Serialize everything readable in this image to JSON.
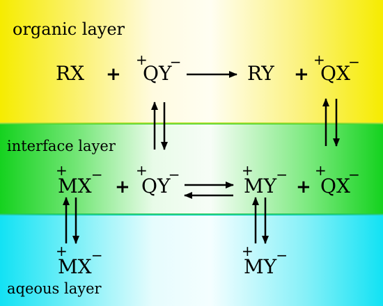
{
  "layers": {
    "organic": "organic layer",
    "interface": "interface layer",
    "aqueous": "aqeous layer"
  },
  "organic_reaction": {
    "reactant1": "RX",
    "plus1": "+",
    "reactant2": "QY",
    "product1": "RY",
    "plus2": "+",
    "product2": "QX"
  },
  "interface_reaction": {
    "reactant1": "MX",
    "plus1": "+",
    "reactant2": "QY",
    "product1": "MY",
    "plus2": "+",
    "product2": "QX"
  },
  "aqueous_species": {
    "left": "MX",
    "right": "MY"
  },
  "charges": {
    "cation": "+",
    "anion": "−"
  },
  "colors": {
    "organic_band": "#f6ec00",
    "interface_band": "#15d21f",
    "aqueous_band": "#12e2f4",
    "ink": "#000000"
  }
}
